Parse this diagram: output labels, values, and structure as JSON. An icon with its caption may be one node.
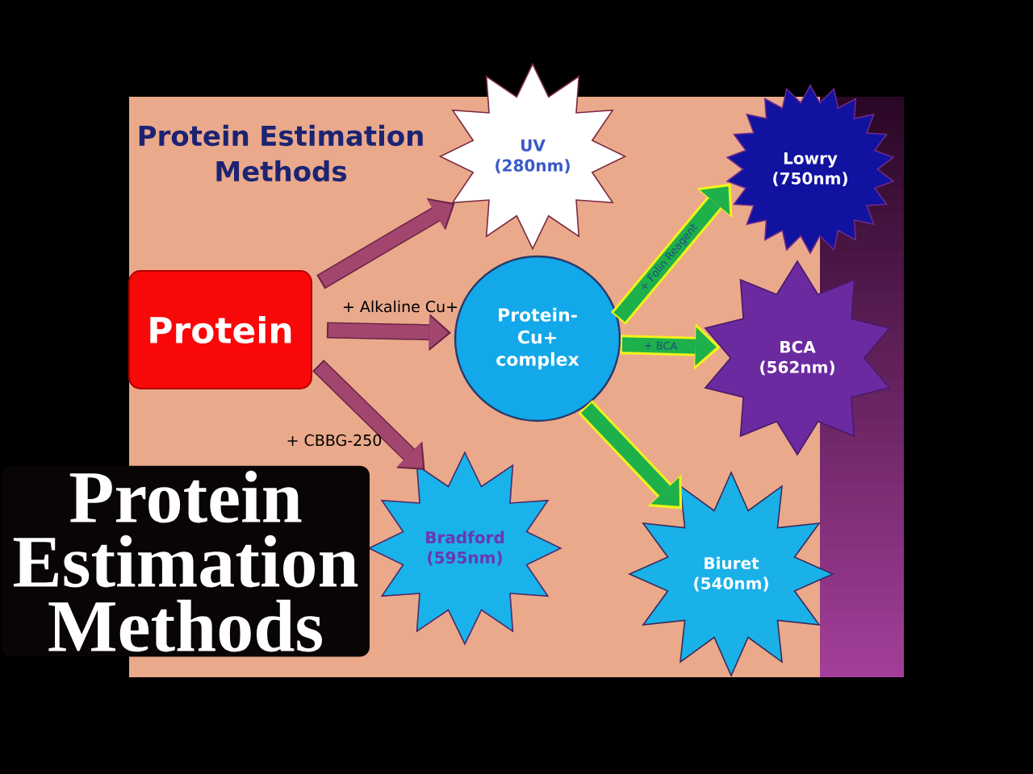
{
  "diagram": {
    "title": "Protein Estimation Methods",
    "caption": "Protein Estimation Methods",
    "nodes": [
      {
        "text": [
          "Protein"
        ]
      },
      {
        "text": [
          "UV (280nm)"
        ]
      },
      {
        "text": [
          "Protein-Cu+ complex"
        ]
      },
      {
        "text": [
          "Bradford (595nm)"
        ]
      },
      {
        "text": [
          "Lowry (750nm)"
        ]
      },
      {
        "text": [
          "BCA (562nm)"
        ]
      },
      {
        "text": [
          "Biuret (540nm)"
        ]
      }
    ],
    "edges": [
      {
        "from": 0,
        "to": 1,
        "arrow": "to",
        "color": "#a3466f"
      },
      {
        "from": 0,
        "to": 2,
        "arrow": "to",
        "label": "+ Alkaline Cu+",
        "color": "#a3466f"
      },
      {
        "from": 0,
        "to": 3,
        "arrow": "to",
        "label": "+ CBBG-250",
        "color": "#a3466f"
      },
      {
        "from": 2,
        "to": 4,
        "arrow": "to",
        "label": "+ Folin Reagent",
        "color": "#1db04b"
      },
      {
        "from": 2,
        "to": 5,
        "arrow": "to",
        "label": "+ BCA",
        "color": "#1db04b"
      },
      {
        "from": 2,
        "to": 6,
        "arrow": "to",
        "color": "#1db04b"
      }
    ]
  }
}
